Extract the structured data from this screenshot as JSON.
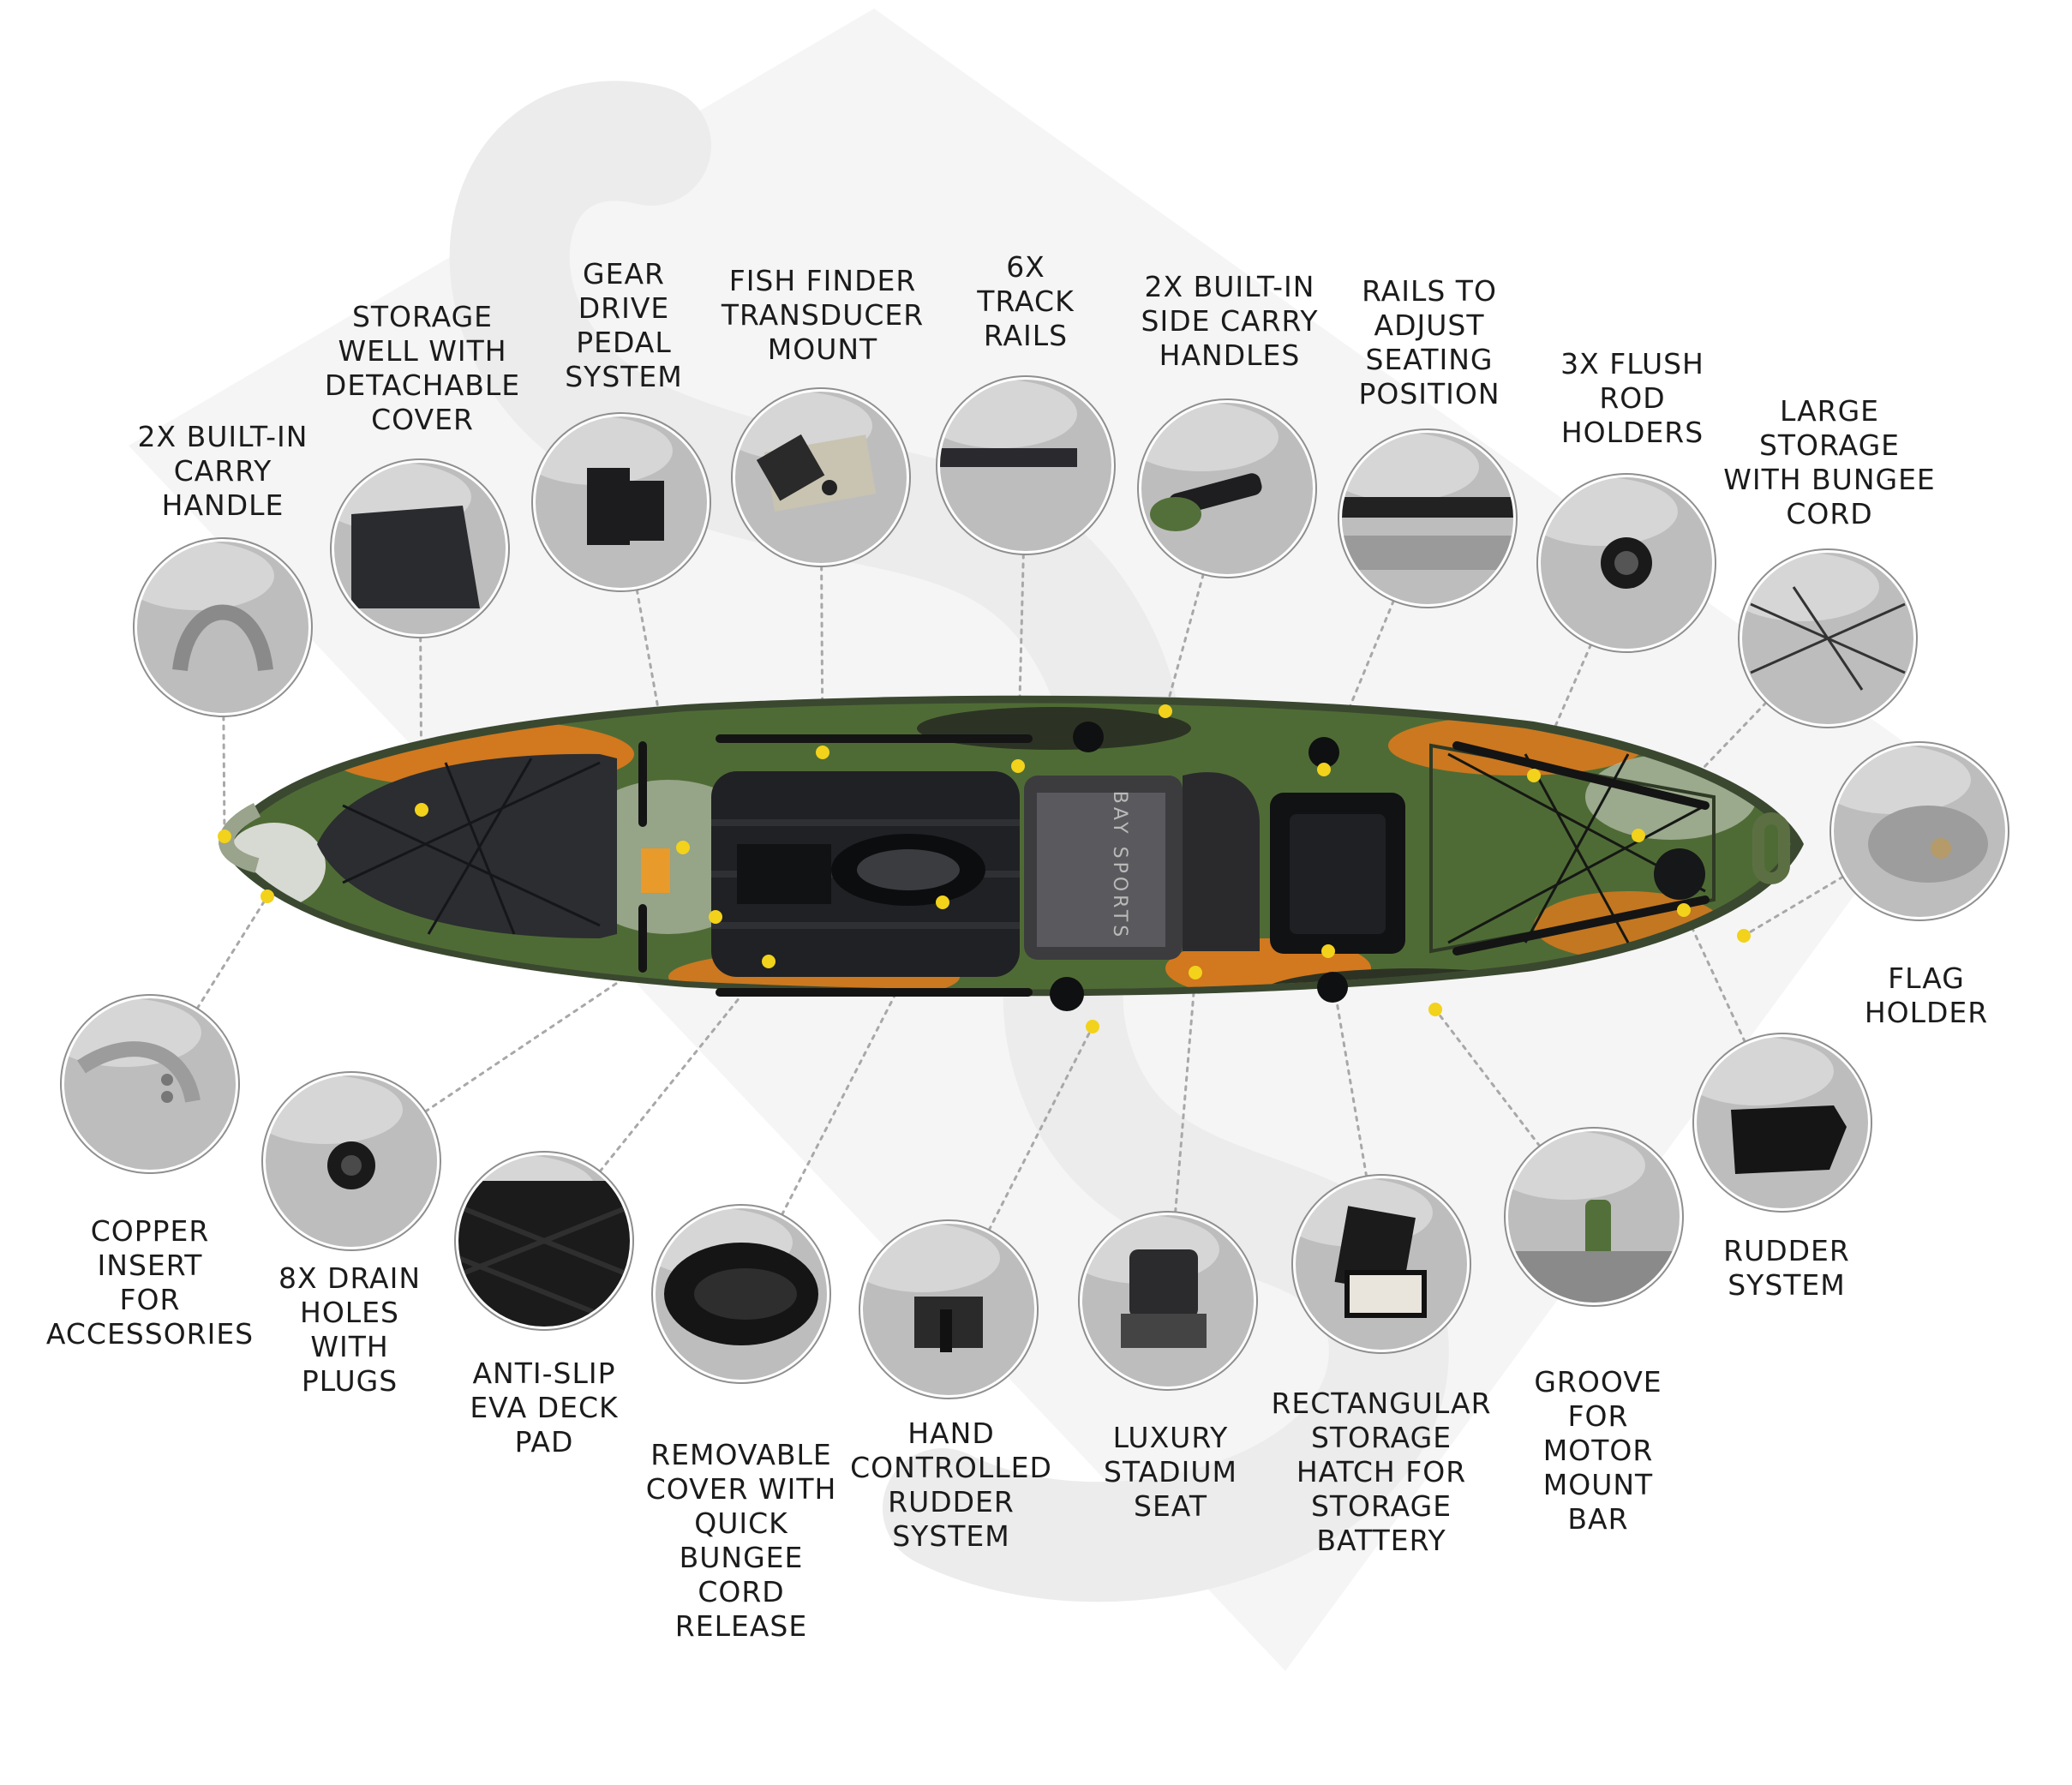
{
  "kayak_branding": {
    "seat_text": "BAY SPORTS"
  },
  "features": [
    {
      "id": "carry-handle",
      "label": "2X BUILT-IN\nCARRY\nHANDLE",
      "icon": "bow-handle-photo"
    },
    {
      "id": "storage-well",
      "label": "STORAGE\nWELL WITH\nDETACHABLE\nCOVER",
      "icon": "storage-well-photo"
    },
    {
      "id": "gear-drive",
      "label": "GEAR\nDRIVE\nPEDAL\nSYSTEM",
      "icon": "pedal-drive-photo"
    },
    {
      "id": "transducer-mount",
      "label": "FISH FINDER\nTRANSDUCER\nMOUNT",
      "icon": "transducer-mount-photo"
    },
    {
      "id": "track-rails",
      "label": "6X\nTRACK\nRAILS",
      "icon": "track-rail-photo"
    },
    {
      "id": "side-handles",
      "label": "2X BUILT-IN\nSIDE CARRY\nHANDLES",
      "icon": "side-handle-photo"
    },
    {
      "id": "seat-rails",
      "label": "RAILS TO\nADJUST\nSEATING\nPOSITION",
      "icon": "seat-rail-photo"
    },
    {
      "id": "rod-holders",
      "label": "3X FLUSH\nROD\nHOLDERS",
      "icon": "rod-holder-photo"
    },
    {
      "id": "large-storage",
      "label": "LARGE\nSTORAGE\nWITH BUNGEE\nCORD",
      "icon": "bungee-storage-photo"
    },
    {
      "id": "flag-holder",
      "label": "FLAG\nHOLDER",
      "icon": "flag-holder-photo"
    },
    {
      "id": "rudder-system",
      "label": "RUDDER\nSYSTEM",
      "icon": "rudder-photo"
    },
    {
      "id": "motor-groove",
      "label": "GROOVE\nFOR\nMOTOR\nMOUNT\nBAR",
      "icon": "motor-groove-photo"
    },
    {
      "id": "battery-hatch",
      "label": "RECTANGULAR\nSTORAGE\nHATCH FOR\nSTORAGE\nBATTERY",
      "icon": "hatch-photo"
    },
    {
      "id": "stadium-seat",
      "label": "LUXURY\nSTADIUM\nSEAT",
      "icon": "seat-photo"
    },
    {
      "id": "hand-rudder",
      "label": "HAND\nCONTROLLED\nRUDDER\nSYSTEM",
      "icon": "rudder-control-photo"
    },
    {
      "id": "bungee-cover",
      "label": "REMOVABLE\nCOVER WITH\nQUICK\nBUNGEE\nCORD\nRELEASE",
      "icon": "oval-hatch-photo"
    },
    {
      "id": "deck-pad",
      "label": "ANTI-SLIP\nEVA DECK\nPAD",
      "icon": "deck-pad-photo"
    },
    {
      "id": "drain-holes",
      "label": "8X DRAIN\nHOLES\nWITH\nPLUGS",
      "icon": "drain-plug-photo"
    },
    {
      "id": "copper-insert",
      "label": "COPPER\nINSERT\nFOR\nACCESSORIES",
      "icon": "copper-insert-photo"
    }
  ],
  "colors": {
    "camo_green": "#4f6b35",
    "camo_dark": "#2c3324",
    "camo_orange": "#e07a1c",
    "callout_dot": "#f2d21b",
    "leader_line": "#a8a8a8",
    "watermark": "#f1f1f1",
    "label_text": "#1b1b1b"
  }
}
